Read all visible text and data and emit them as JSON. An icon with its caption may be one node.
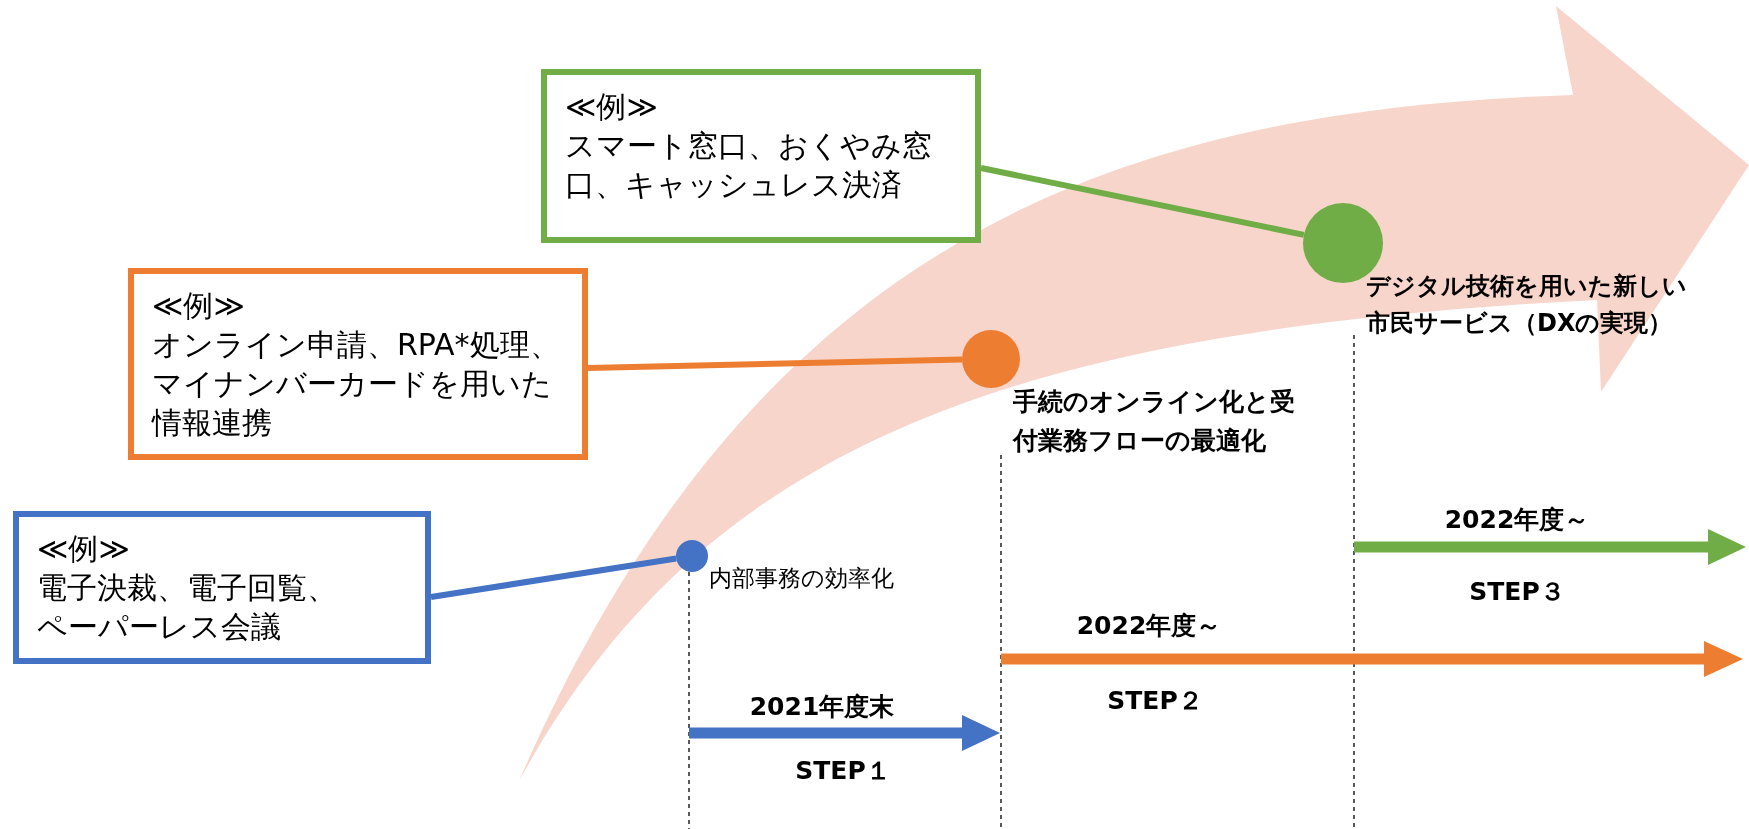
{
  "diagram": {
    "nodes": [
      {
        "text": [
          "≪例≫",
          "スマート窓口、おくやみ窓口、キャッシュレス決済"
        ]
      },
      {
        "text": [
          "≪例≫",
          "オンライン申請、RPA*処理、マイナンバーカードを用いた情報連携"
        ]
      },
      {
        "text": [
          "≪例≫",
          "電子決裁、電子回覧、ペーパーレス会議"
        ]
      },
      {
        "text": [],
        "shape": "circle",
        "beside": [
          "内部事務の効率化"
        ]
      },
      {
        "text": [],
        "shape": "circle",
        "beside": [
          "手続のオンライン化と受付業務フローの最適化"
        ]
      },
      {
        "text": [],
        "shape": "circle",
        "beside": [
          "デジタル技術を用いた新しい市民サービス（DXの実現）"
        ]
      }
    ],
    "edges": [
      {
        "from": 0,
        "to": 5,
        "arrow": "none",
        "color": "#70ad47"
      },
      {
        "from": 1,
        "to": 4,
        "arrow": "none",
        "color": "#ed7d31"
      },
      {
        "from": 2,
        "to": 3,
        "arrow": "none",
        "color": "#4472c4"
      }
    ],
    "labels": [
      "2022年度～",
      "STEP３",
      "2022年度～",
      "STEP２",
      "2021年度末",
      "STEP１"
    ]
  }
}
